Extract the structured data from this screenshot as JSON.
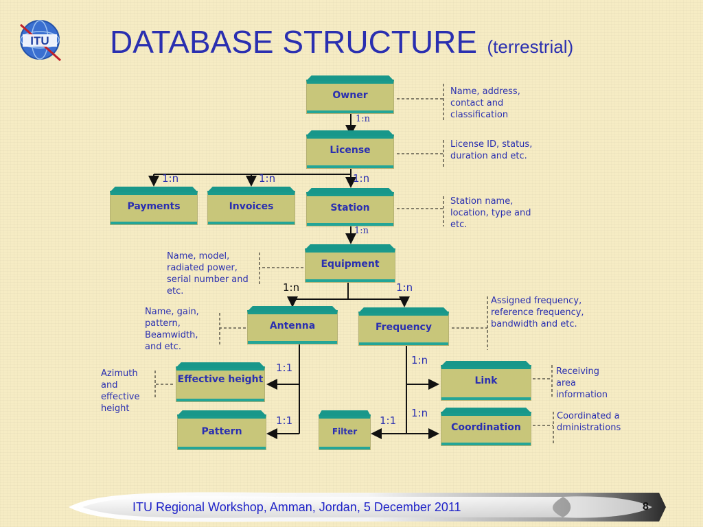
{
  "slide": {
    "title": "DATABASE STRUCTURE",
    "subtitle": "(terrestrial)",
    "logo_text": "ITU",
    "footer": "ITU Regional Workshop, Amman, Jordan, 5 December 2011",
    "page_number": "8"
  },
  "boxes": {
    "owner": "Owner",
    "license": "License",
    "payments": "Payments",
    "invoices": "Invoices",
    "station": "Station",
    "equipment": "Equipment",
    "antenna": "Antenna",
    "frequency": "Frequency",
    "effective_height": "Effective height",
    "pattern": "Pattern",
    "filter": "Filter",
    "link": "Link",
    "coordination": "Coordination"
  },
  "notes": {
    "owner": "Name, address, contact and classification",
    "license": "License ID, status, duration and etc.",
    "station": "Station name, location, type and etc.",
    "equipment": "Name, model, radiated power, serial number and etc.",
    "antenna": "Name, gain, pattern, Beamwidth, and etc.",
    "frequency": "Assigned frequency, reference frequency, bandwidth and etc.",
    "effective_height": "Azimuth and effective height",
    "link": "Receiving area information",
    "coordination": "Coordinated administrations"
  },
  "cardinalities": {
    "owner_license": "1:n",
    "license_payments": "1:n",
    "license_invoices": "1:n",
    "license_station": "1:n",
    "station_equipment": "1:n",
    "equipment_antenna": "1:n",
    "equipment_frequency": "1:n",
    "antenna_effective_height": "1:1",
    "antenna_pattern": "1:1",
    "frequency_filter": "1:1",
    "frequency_link": "1:n",
    "frequency_coordination": "1:n"
  },
  "colors": {
    "title": "#2a2fb0",
    "box_fill": "#c8c67a",
    "box_cap": "#18978a",
    "background": "#f6ecc4"
  }
}
